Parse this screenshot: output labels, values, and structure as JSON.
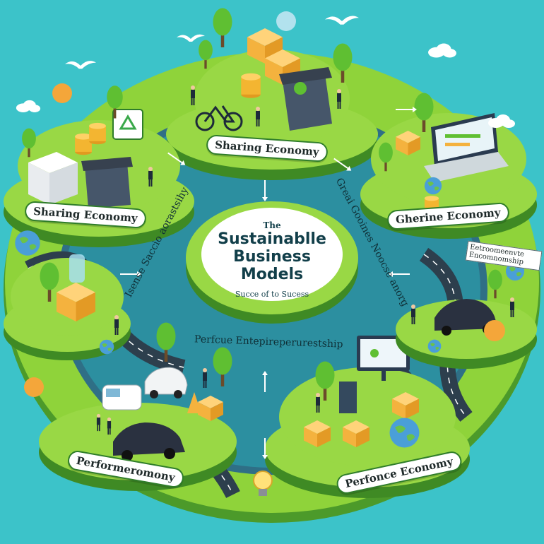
{
  "center": {
    "kicker": "The",
    "title_line1": "Sustainablle",
    "title_line2": "Business",
    "title_line3": "Models",
    "subtitle": "Succe of to Sucess"
  },
  "islands": {
    "top": {
      "label": "Sharing Economy"
    },
    "top_left": {
      "label": "Sharing Economy"
    },
    "right": {
      "label": "Gherine Economy"
    },
    "bottom_left": {
      "label": "Performeromony"
    },
    "bottom_right": {
      "label": "Perfonce Economy"
    }
  },
  "ring_texts": {
    "left_arc": "Isense Saccio aorastsihy",
    "right_arc": "Greai Gooines Noocse anorg",
    "bottom_arc": "Perfcue Entepireperurestship",
    "right_sign_line1": "Eetroomeenvte",
    "right_sign_line2": "Encomnomship"
  },
  "palette": {
    "background": "#3cc3c9",
    "grass": "#8fd33a",
    "grass_dark": "#4c9a2a",
    "road": "#2f6f86",
    "water": "#2c8fa0",
    "crate": "#f4b23e",
    "bin": "#46566a"
  },
  "icons": [
    "recycle-icon",
    "bird-icon",
    "cloud-icon",
    "tree-icon",
    "car-icon",
    "bicycle-icon",
    "laptop-icon",
    "globe-icon",
    "lightbulb-icon",
    "coin-stack-icon",
    "crate-icon",
    "bin-icon",
    "arrow-icon",
    "person-icon"
  ]
}
